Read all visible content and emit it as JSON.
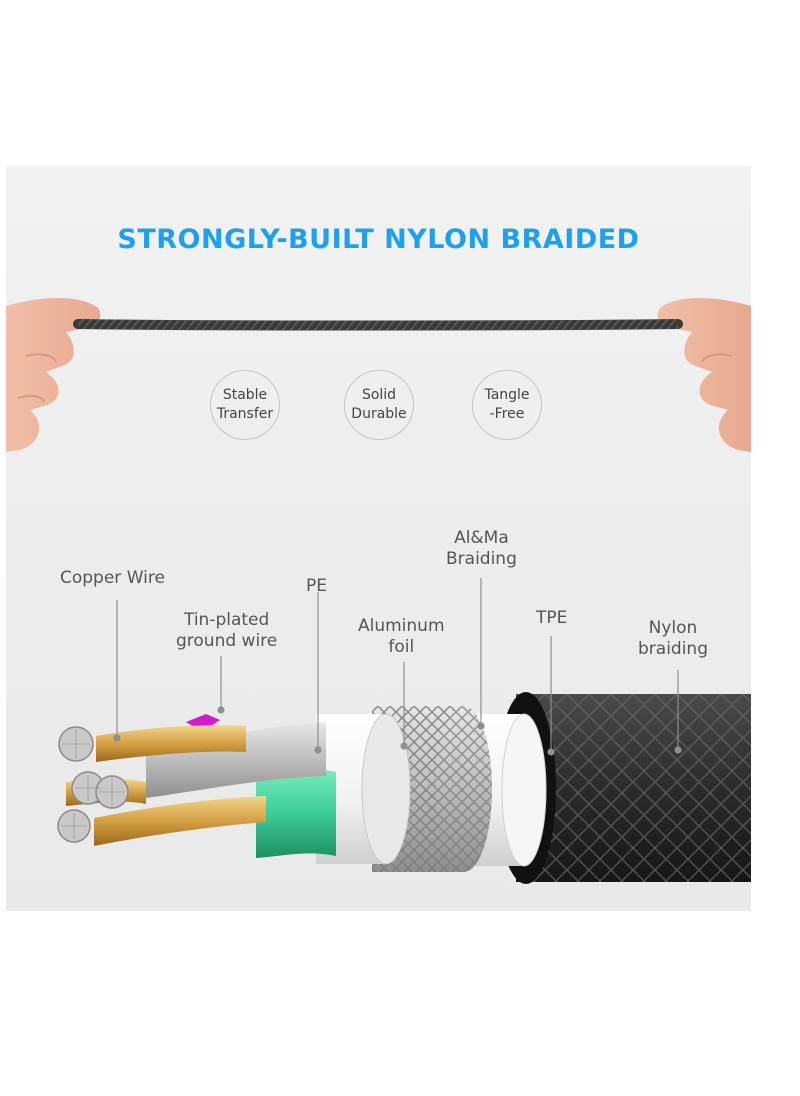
{
  "headline": "STRONGLY-BUILT NYLON BRAIDED",
  "features": [
    {
      "line1": "Stable",
      "line2": "Transfer"
    },
    {
      "line1": "Solid",
      "line2": "Durable"
    },
    {
      "line1": "Tangle",
      "line2": "-Free"
    }
  ],
  "layers": {
    "copper_wire": "Copper Wire",
    "tin_plated_1": "Tin-plated",
    "tin_plated_2": "ground wire",
    "pe": "PE",
    "aluminum_1": "Aluminum",
    "aluminum_2": "foil",
    "almg_1": "Al&Ma",
    "almg_2": "Braiding",
    "tpe": "TPE",
    "nylon_1": "Nylon",
    "nylon_2": "braiding"
  },
  "colors": {
    "headline": "#1ea0f0",
    "copper": "#d4a043",
    "pe_green": "#3ecf9a",
    "pink": "#d21cc8",
    "nylon": "#2b2b2b"
  }
}
